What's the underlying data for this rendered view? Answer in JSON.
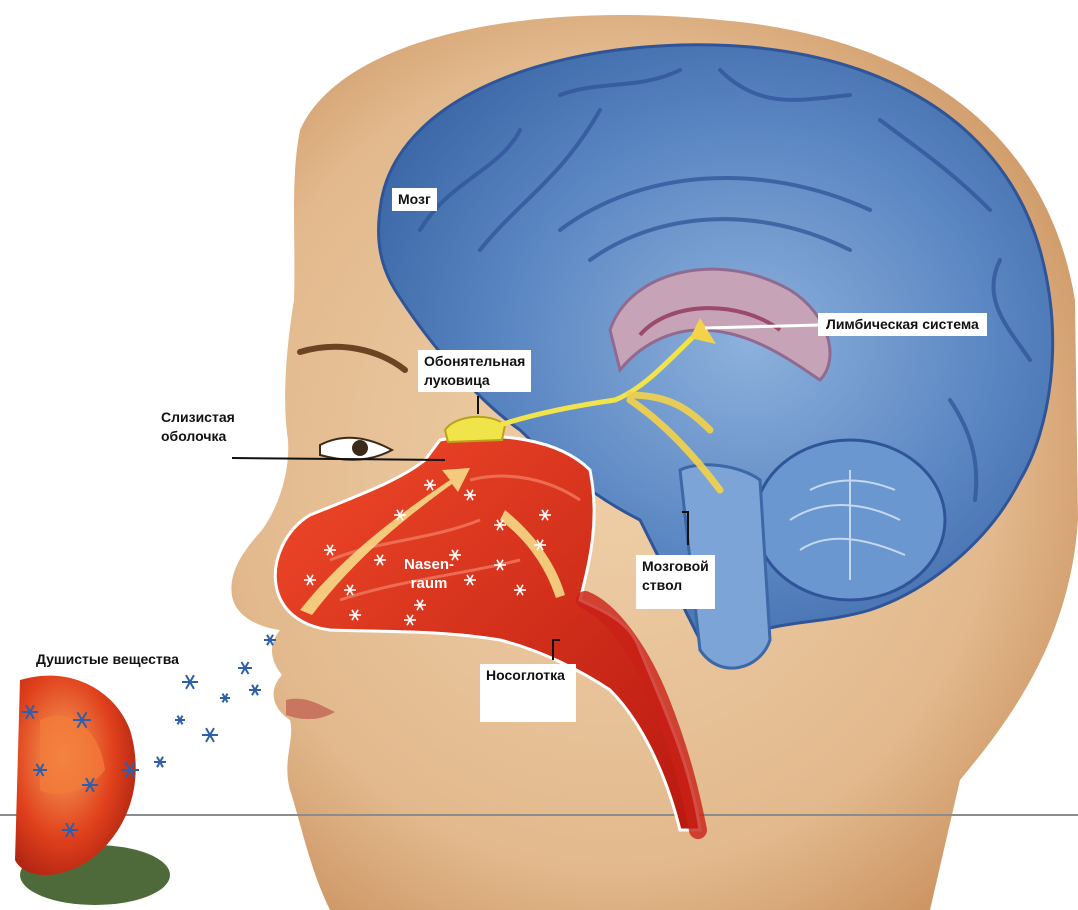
{
  "diagram": {
    "labels": {
      "brain": "Мозг",
      "limbic_system": "Лимбическая система",
      "olfactory_bulb": [
        "Обонятельная",
        "луковица"
      ],
      "mucosa": [
        "Слизистая",
        "оболочка"
      ],
      "brainstem": [
        "Мозговой",
        "ствол"
      ],
      "nasopharynx": "Носоглотка",
      "odorants": "Душистые вещества",
      "nasal_cavity": [
        "Nasen-",
        "raum"
      ]
    },
    "icons": {
      "odor_particle": "snowflake-icon",
      "airflow_arrow": "arrow-icon"
    },
    "colors": {
      "background": "#ffffff",
      "skin": "#e2b98d",
      "skin_shadow": "#c98f5c",
      "brain": "#4a78b8",
      "brain_light": "#8db1dc",
      "nasal_cavity": "#d8271b",
      "nerve": "#f1e34a",
      "arrow": "#f4d24a",
      "odor_particle": "#2f5fa8",
      "rose": "#e0401c"
    }
  }
}
